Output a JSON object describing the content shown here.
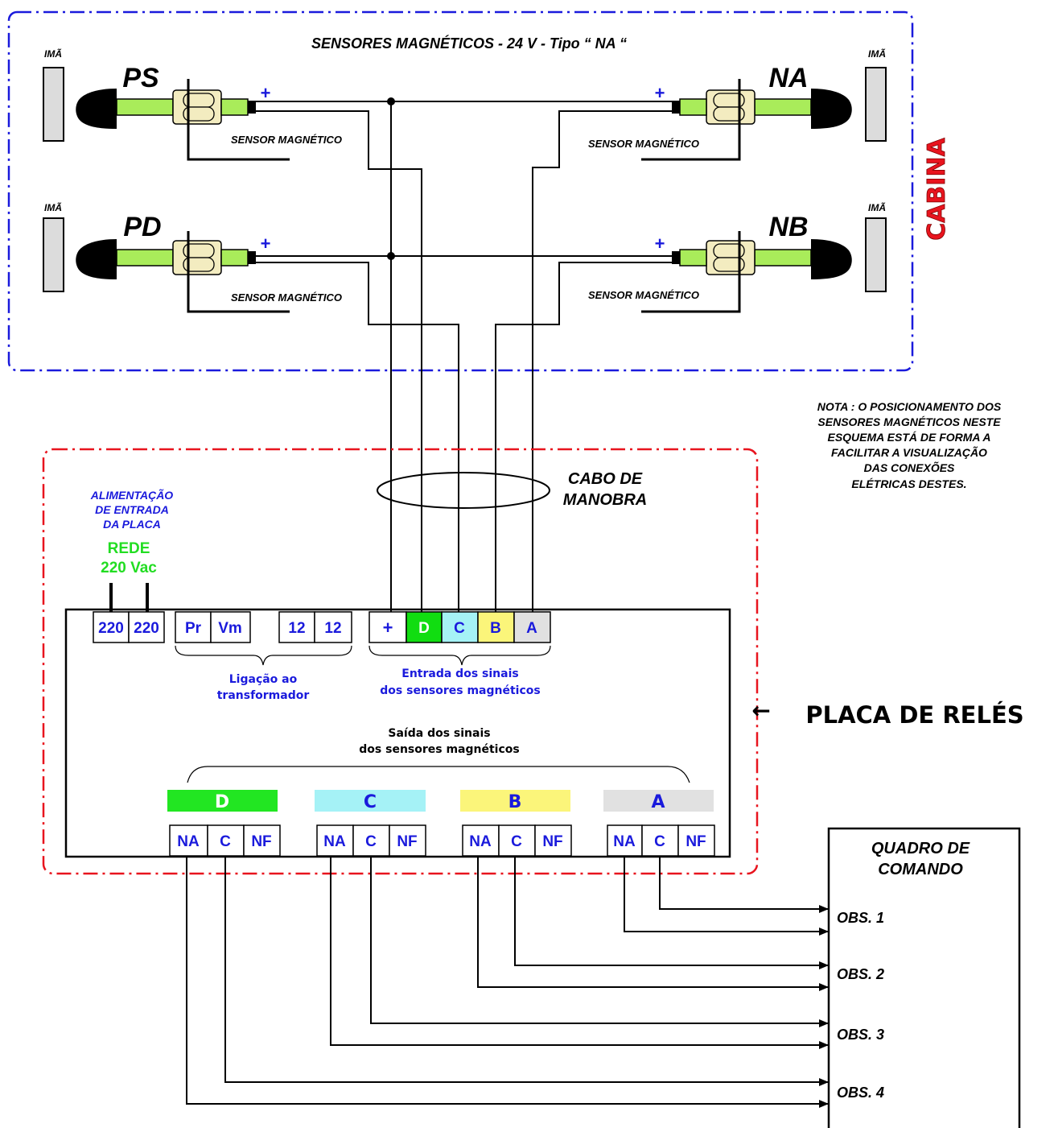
{
  "cabin": {
    "title": "SENSORES  MAGNÉTICOS - 24 V - Tipo “ NA “",
    "side_label": "CABINA",
    "magnet_label": "IMÃ",
    "sensor_label": "SENSOR MAGNÉTICO",
    "plus_sign": "+",
    "sensors": {
      "ps": "PS",
      "na": "NA",
      "pd": "PD",
      "nb": "NB"
    }
  },
  "note": {
    "lines": [
      "NOTA : O POSICIONAMENTO DOS",
      "SENSORES MAGNÉTICOS NESTE",
      "ESQUEMA ESTÁ DE FORMA A",
      "FACILITAR A VISUALIZAÇÃO",
      "DAS CONEXÕES",
      "ELÉTRICAS DESTES."
    ]
  },
  "cable": {
    "lines": [
      "CABO DE",
      "MANOBRA"
    ]
  },
  "power": {
    "lines": [
      "ALIMENTAÇÃO",
      "DE ENTRADA",
      "DA PLACA"
    ],
    "net_label": "REDE",
    "voltage": "220 Vac"
  },
  "board": {
    "label": "PLACA DE RELÉS",
    "arrow": "←",
    "terminals_power": [
      "220",
      "220"
    ],
    "terminals_transformer": [
      "Pr",
      "Vm"
    ],
    "terminals_12v": [
      "12",
      "12"
    ],
    "terminals_inputs": [
      "+",
      "D",
      "C",
      "B",
      "A"
    ],
    "transformer_caption": [
      "Ligação ao",
      "transformador"
    ],
    "inputs_caption": [
      "Entrada dos sinais",
      "dos sensores magnéticos"
    ],
    "outputs_caption": [
      "Saída dos sinais",
      "dos sensores magnéticos"
    ],
    "outputs": [
      {
        "name": "D",
        "color": "#22e622",
        "contacts": [
          "NA",
          "C",
          "NF"
        ]
      },
      {
        "name": "C",
        "color": "#a5f2f6",
        "contacts": [
          "NA",
          "C",
          "NF"
        ]
      },
      {
        "name": "B",
        "color": "#fbf57a",
        "contacts": [
          "NA",
          "C",
          "NF"
        ]
      },
      {
        "name": "A",
        "color": "#e1e1e1",
        "contacts": [
          "NA",
          "C",
          "NF"
        ]
      }
    ]
  },
  "command": {
    "title": [
      "QUADRO DE",
      "COMANDO"
    ],
    "obs": [
      "OBS. 1",
      "OBS. 2",
      "OBS. 3",
      "OBS. 4"
    ]
  },
  "colors": {
    "blue_text": "#1a1adc",
    "green_text": "#22dd22",
    "red": "#e8141e",
    "input_D": "#11dd11",
    "input_C": "#a5f2f6",
    "input_B": "#fbf57a",
    "input_A": "#e1e1e1",
    "cable_green": "#a9ec5a"
  }
}
